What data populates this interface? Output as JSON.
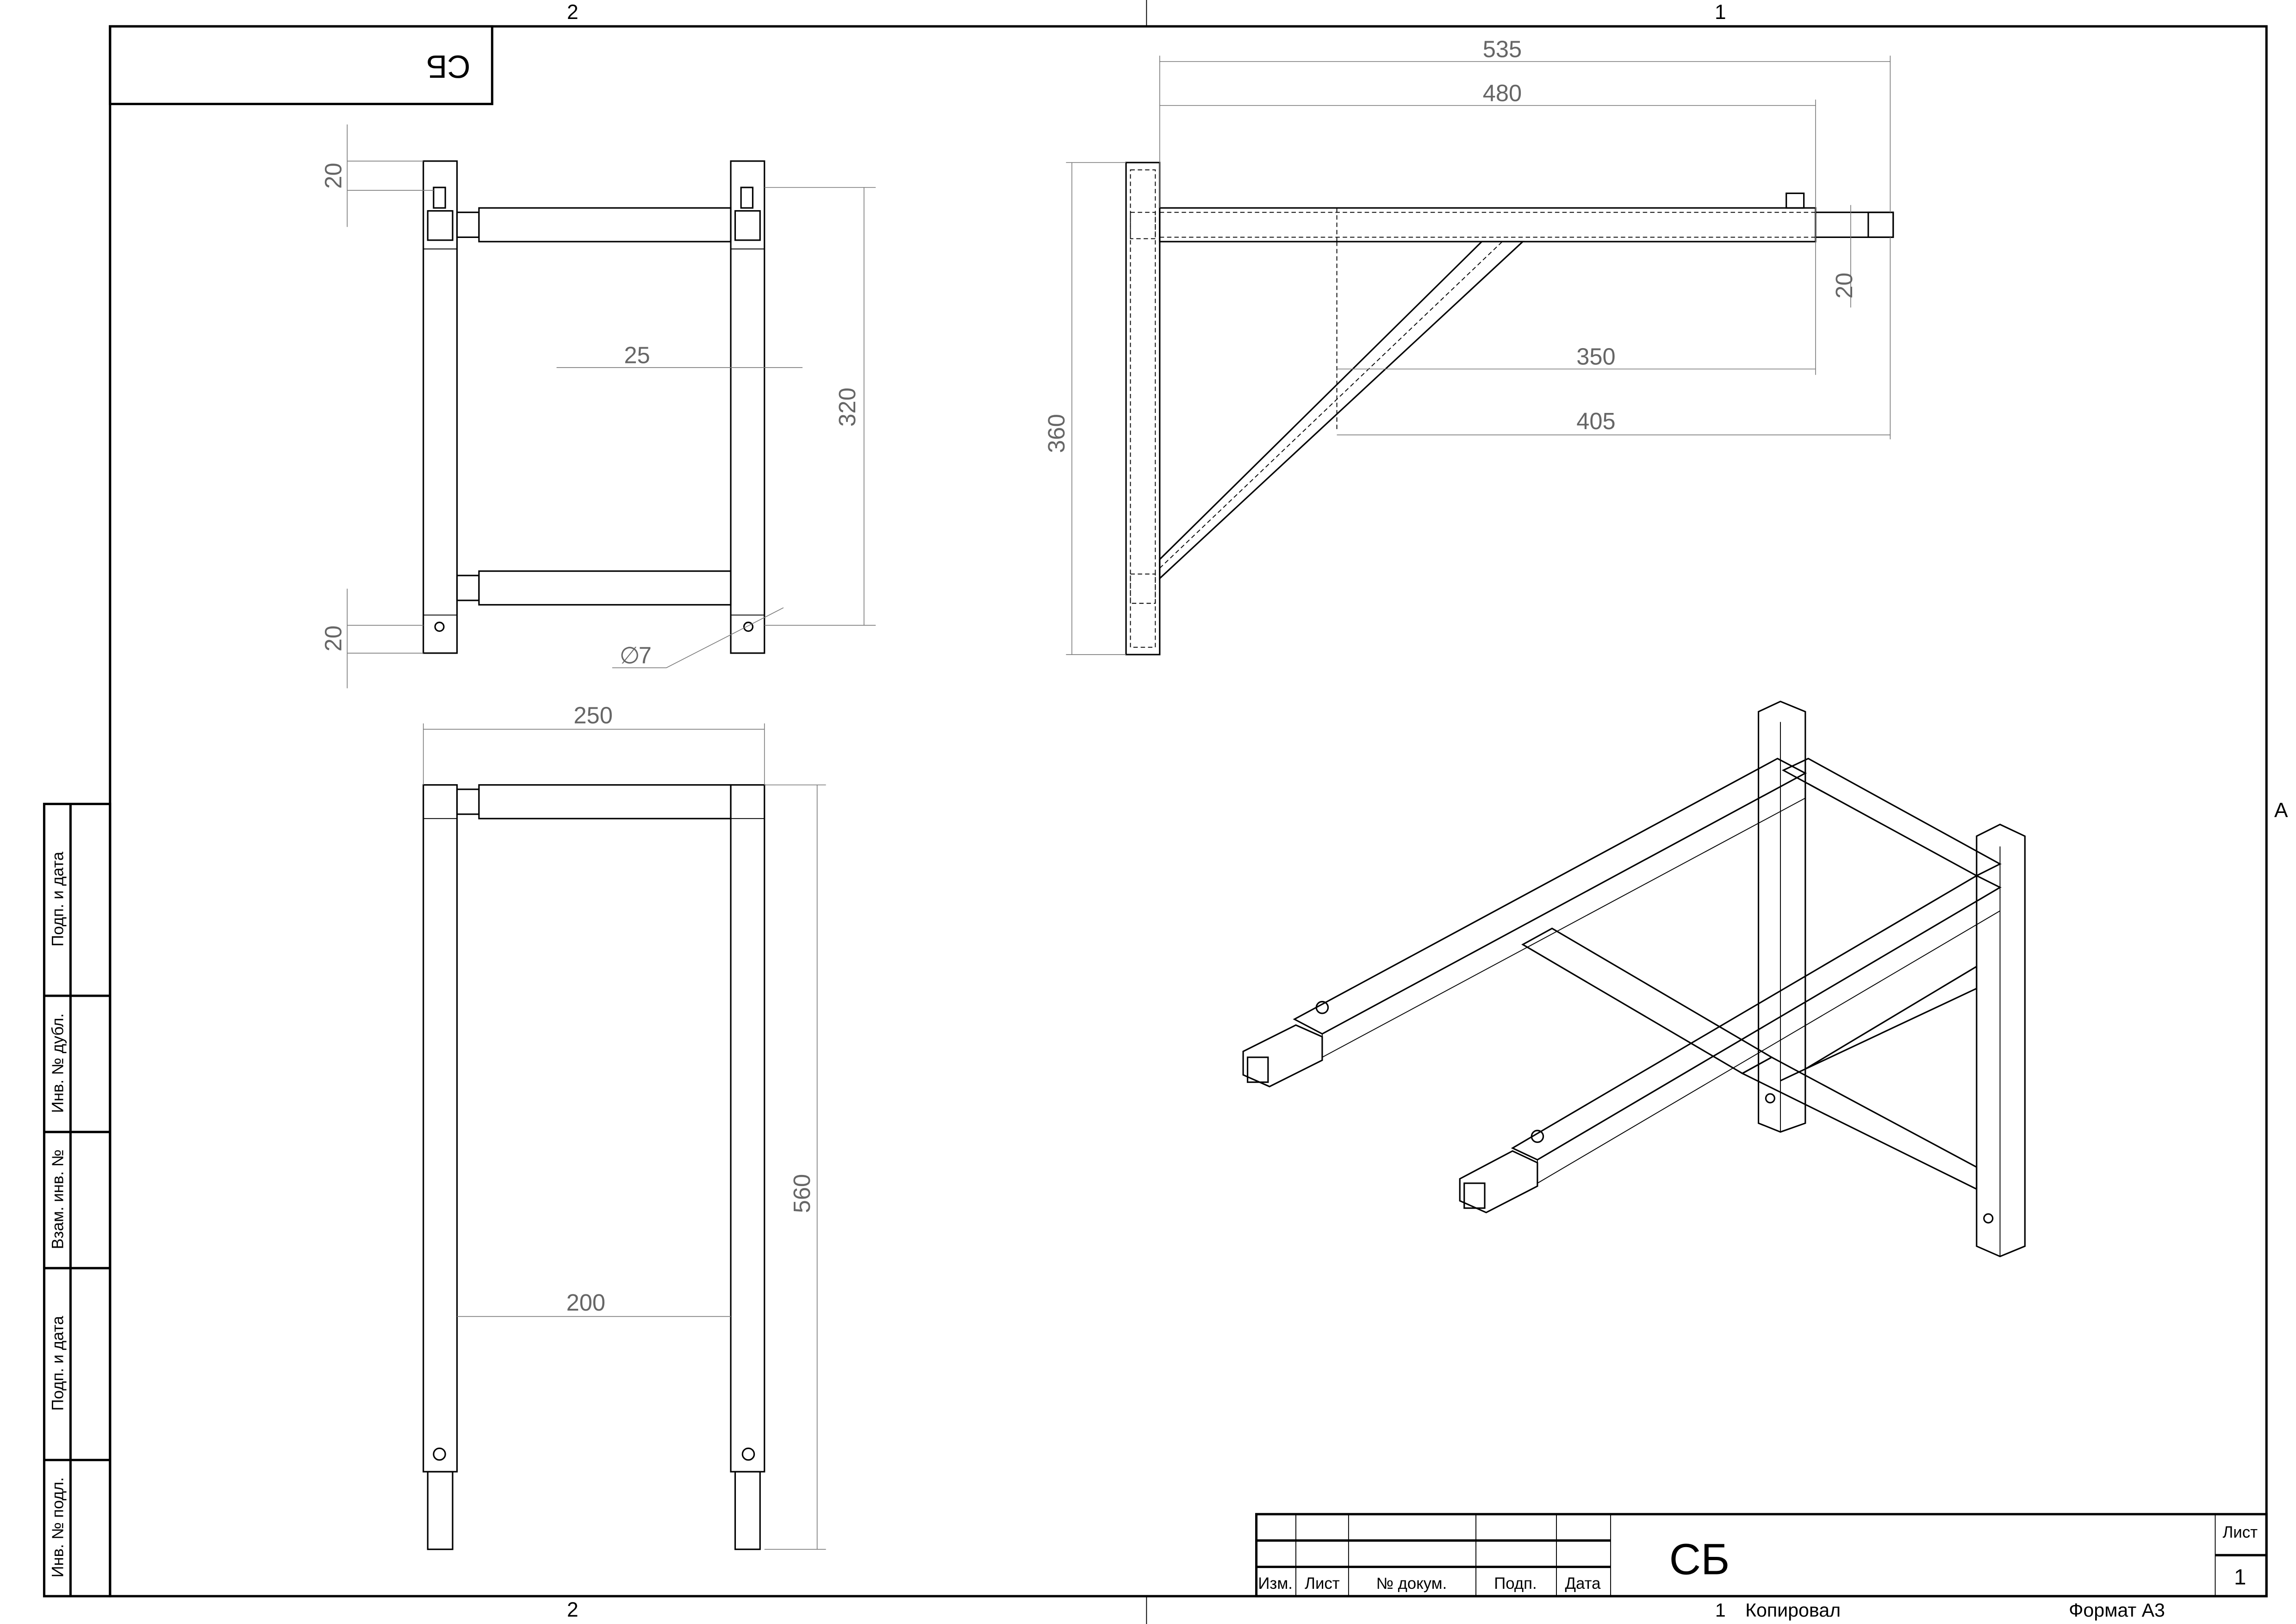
{
  "sheet": {
    "zones_top": [
      "2",
      "1"
    ],
    "zones_bottom": [
      "2"
    ],
    "zone_right": "А",
    "mirrored_code": "СБ",
    "copied_number": "1",
    "copied_label": "Копировал",
    "format_label": "Формат А3"
  },
  "side_stamp": [
    "Подп. и дата",
    "Инв. № дубл.",
    "Взам. инв. №",
    "Подп. и дата",
    "Инв. № подл."
  ],
  "title_block": {
    "headers": [
      "Изм.",
      "Лист",
      "№ докум.",
      "Подп.",
      "Дата"
    ],
    "designation": "СБ",
    "sheet_label": "Лист",
    "sheet_number": "1"
  },
  "front_view": {
    "dims": {
      "top_offset": "20",
      "height": "320",
      "post_width": "25",
      "bottom_offset": "20",
      "hole": "7"
    },
    "hole_prefix": "∅"
  },
  "side_view": {
    "dims": {
      "total": "535",
      "arm": "480",
      "brace_arm": "350",
      "brace_total": "405",
      "height": "360",
      "bar": "20"
    }
  },
  "top_view": {
    "dims": {
      "width": "250",
      "length": "560",
      "inner": "200"
    }
  }
}
